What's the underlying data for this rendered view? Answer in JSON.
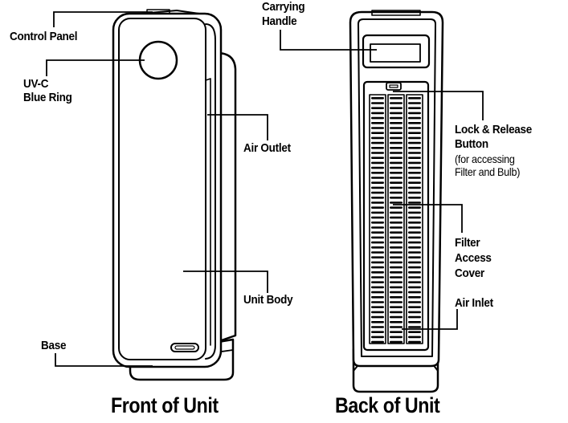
{
  "front": {
    "caption": "Front of Unit",
    "labels": {
      "control_panel": "Control Panel",
      "uvc_line1": "UV-C",
      "uvc_line2": "Blue Ring",
      "air_outlet": "Air Outlet",
      "unit_body": "Unit Body",
      "base": "Base"
    }
  },
  "back": {
    "caption": "Back of Unit",
    "labels": {
      "handle_line1": "Carrying",
      "handle_line2": "Handle",
      "lock_line1": "Lock & Release",
      "lock_line2": "Button",
      "lock_note1": "(for accessing",
      "lock_note2": "Filter and Bulb)",
      "filter_line1": "Filter",
      "filter_line2": "Access",
      "filter_line3": "Cover",
      "air_inlet": "Air Inlet"
    }
  },
  "colors": {
    "ink": "#000000",
    "paper": "#ffffff"
  }
}
